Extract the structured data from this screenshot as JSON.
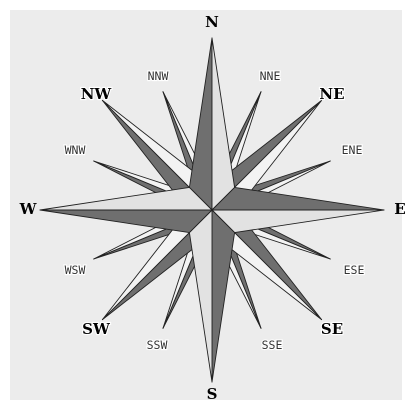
{
  "compass": {
    "directions": {
      "N": "N",
      "NNE": "NNE",
      "NE": "NE",
      "ENE": "ENE",
      "E": "E",
      "ESE": "ESE",
      "SE": "SE",
      "SSE": "SSE",
      "S": "S",
      "SSW": "SSW",
      "SW": "SW",
      "WSW": "WSW",
      "W": "W",
      "WNW": "WNW",
      "NW": "NW",
      "NNW": "NNW"
    }
  },
  "colors": {
    "background": "#ececec",
    "dark_face": "#6f6f6f",
    "light_face": "#f3f3f3",
    "cardinal_light_face": "#e2e2e2",
    "outline": "#222222",
    "major_label": "#000000",
    "minor_label": "#333333"
  }
}
